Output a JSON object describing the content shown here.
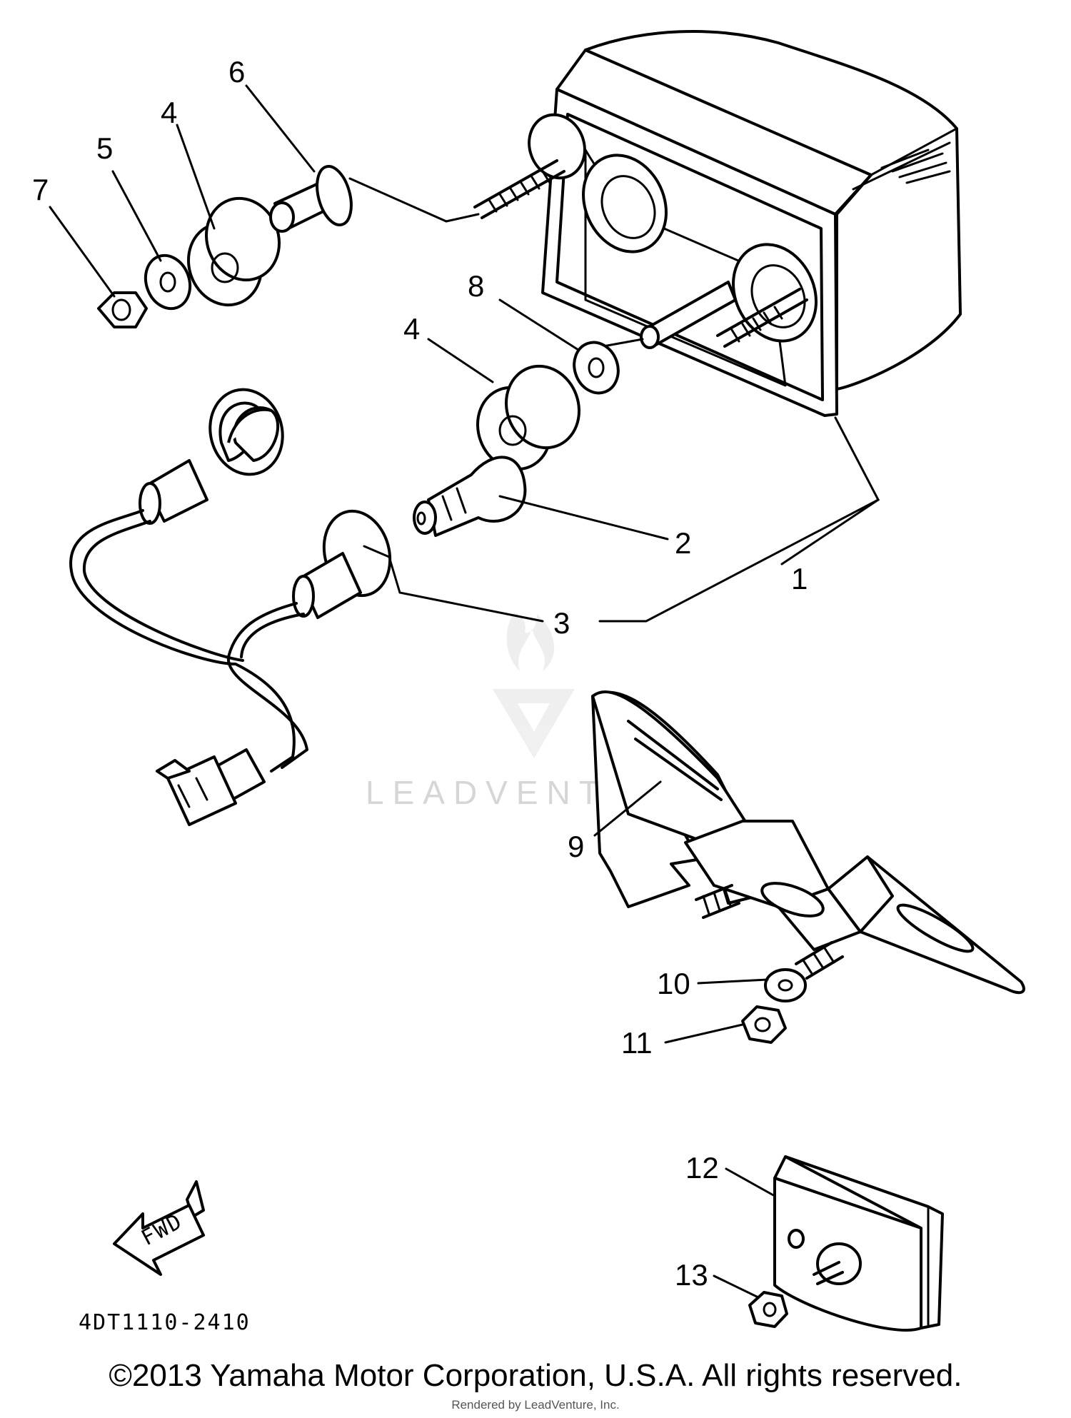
{
  "diagram": {
    "callouts": [
      "1",
      "2",
      "3",
      "4",
      "4",
      "5",
      "6",
      "7",
      "8",
      "9",
      "10",
      "11",
      "12",
      "13"
    ],
    "part_code": "4DT1110-2410",
    "fwd_label": "FWD",
    "watermark": "LEADVENTURE",
    "copyright": "©2013 Yamaha Motor Corporation, U.S.A. All rights reserved.",
    "rendered_by": "Rendered by LeadVenture, Inc."
  }
}
